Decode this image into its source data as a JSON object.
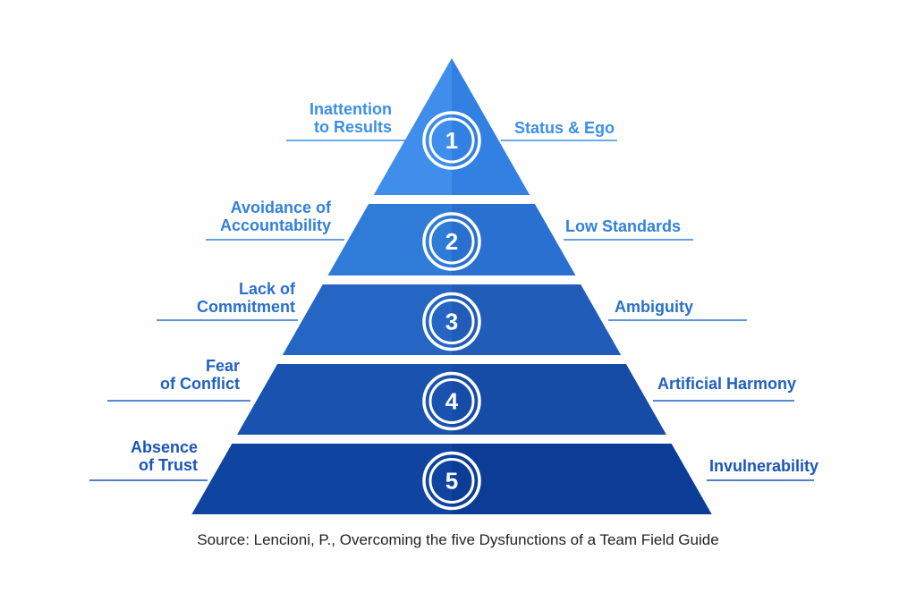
{
  "title": "Five Dysfunctions of a Team pyramid",
  "levels": [
    {
      "number": "1",
      "dysfunction": [
        "Inattention",
        "to Results"
      ],
      "symptom": "Status & Ego",
      "colors": {
        "left": "#3f8eeb",
        "right": "#3380e3",
        "text": "#3b8fe9"
      }
    },
    {
      "number": "2",
      "dysfunction": [
        "Avoidance of",
        "Accountability"
      ],
      "symptom": "Low Standards",
      "colors": {
        "left": "#2f7bd8",
        "right": "#2a70d0",
        "text": "#3280dc"
      }
    },
    {
      "number": "3",
      "dysfunction": [
        "Lack of",
        "Commitment"
      ],
      "symptom": "Ambiguity",
      "colors": {
        "left": "#2566c4",
        "right": "#215cb9",
        "text": "#2a6fcf"
      }
    },
    {
      "number": "4",
      "dysfunction": [
        "Fear",
        "of Conflict"
      ],
      "symptom": "Artificial Harmony",
      "colors": {
        "left": "#1a53af",
        "right": "#164ba6",
        "text": "#2160c2"
      }
    },
    {
      "number": "5",
      "dysfunction": [
        "Absence",
        "of Trust"
      ],
      "symptom": "Invulnerability",
      "colors": {
        "left": "#0f45a0",
        "right": "#0b3d96",
        "text": "#1a55b8"
      }
    }
  ],
  "source": "Source: Lencioni, P., Overcoming the five Dysfunctions of a Team Field Guide"
}
